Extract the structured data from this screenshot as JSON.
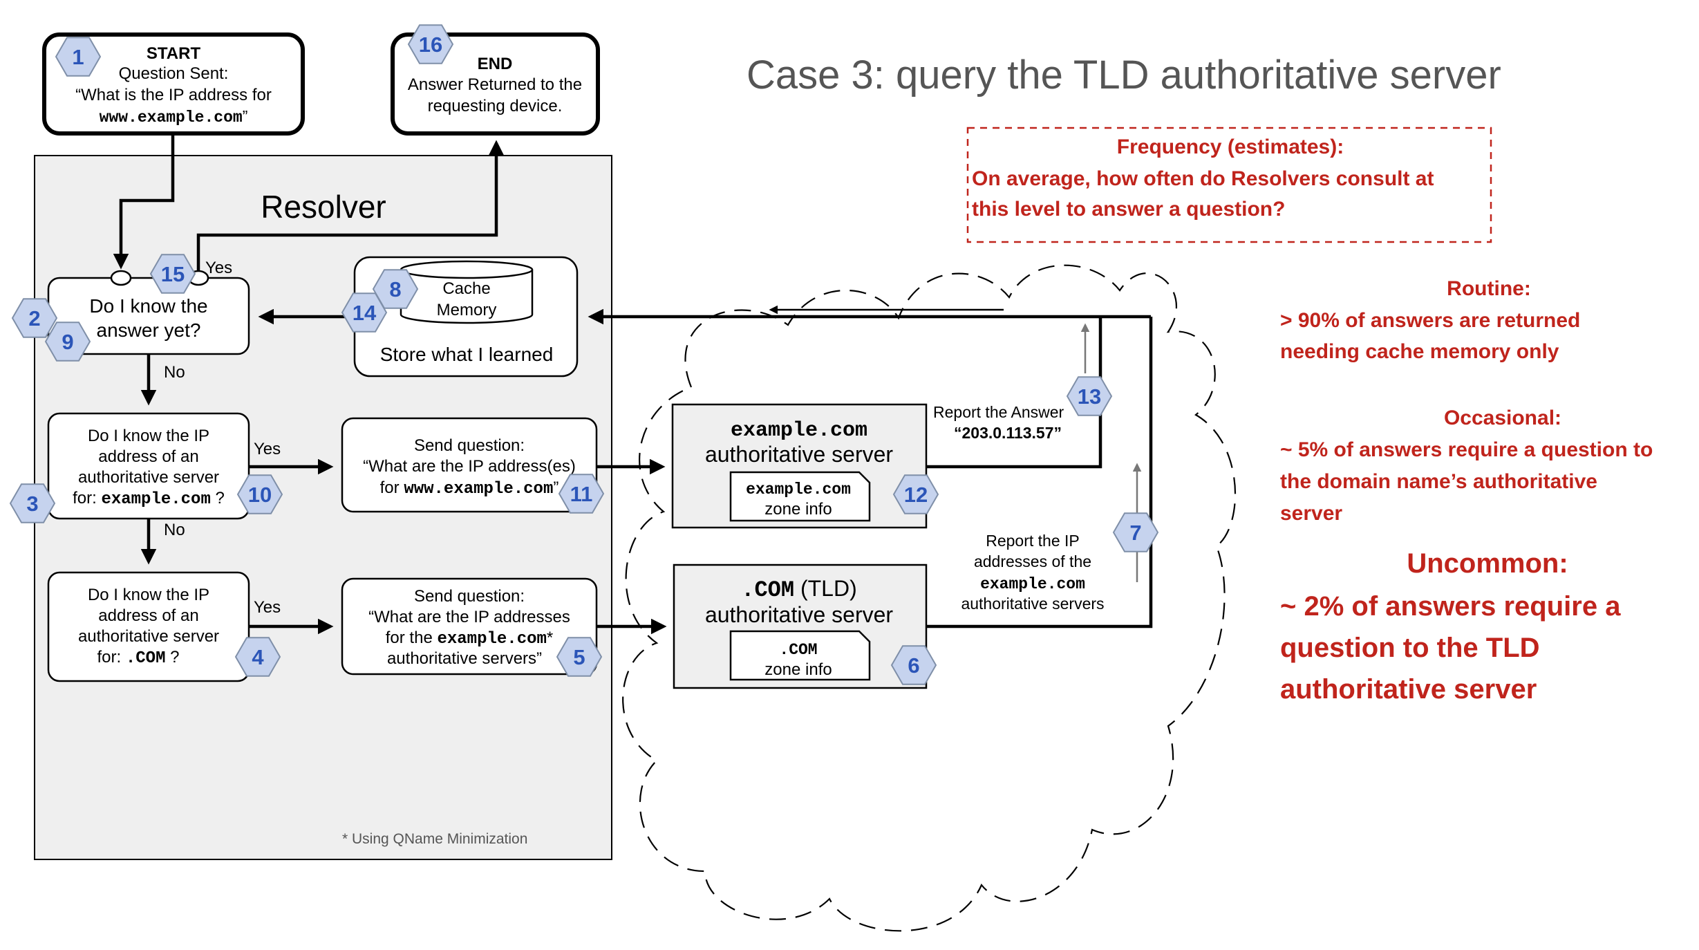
{
  "title": "Case 3: query the TLD authoritative server",
  "resolver_label": "Resolver",
  "footnote": "* Using QName Minimization",
  "start": {
    "heading": "START",
    "line1": "Question Sent:",
    "line2": "“What is the IP address for",
    "domain": "www.example.com",
    "close": "”"
  },
  "end": {
    "heading": "END",
    "line1": "Answer Returned to the",
    "line2": "requesting device."
  },
  "know_answer": {
    "line1": "Do I know the",
    "line2": "answer yet?"
  },
  "cache": {
    "line1": "Cache",
    "line2": "Memory",
    "store": "Store what I learned"
  },
  "know_ip_example": {
    "line1": "Do I know the IP",
    "line2": "address of an",
    "line3": "authoritative server",
    "for": "for:",
    "domain": "example.com",
    "q": "?"
  },
  "know_ip_com": {
    "line1": "Do I know the IP",
    "line2": "address of an",
    "line3": "authoritative server",
    "for": "for:",
    "domain": ".COM",
    "q": "?"
  },
  "send_q1": {
    "line1": "Send question:",
    "line2": "“What are the IP address(es)",
    "for": "for",
    "domain": "www.example.com",
    "close": "”"
  },
  "send_q2": {
    "line1": "Send question:",
    "line2": "“What are the IP addresses",
    "for": "for the",
    "domain": "example.com",
    "star": "*",
    "line4": "authoritative servers”"
  },
  "example_server": {
    "name": "example.com",
    "line2": "authoritative server",
    "zone_domain": "example.com",
    "zone_label": "zone info"
  },
  "com_server": {
    "name": ".COM",
    "tld": "(TLD)",
    "line2": "authoritative server",
    "zone_domain": ".COM",
    "zone_label": "zone info"
  },
  "report_answer": {
    "line1": "Report the Answer",
    "value": "“203.0.113.57”"
  },
  "report_ip": {
    "line1": "Report the IP",
    "line2": "addresses of the",
    "domain": "example.com",
    "line4": "authoritative servers"
  },
  "labels": {
    "yes": "Yes",
    "no": "No"
  },
  "badges": [
    "1",
    "2",
    "3",
    "4",
    "5",
    "6",
    "7",
    "8",
    "9",
    "10",
    "11",
    "12",
    "13",
    "14",
    "15",
    "16"
  ],
  "frequency": {
    "heading": "Frequency (estimates):",
    "line1": "On average, how often do Resolvers consult at",
    "line2": "this level to answer a question?"
  },
  "routine": {
    "heading": "Routine:",
    "line1": "> 90% of answers are returned",
    "line2": "needing cache memory only"
  },
  "occasional": {
    "heading": "Occasional:",
    "line1": "~ 5% of answers require a question to",
    "line2": "the domain name’s authoritative",
    "line3": "server"
  },
  "uncommon": {
    "heading": "Uncommon:",
    "line1": "~ 2% of answers require a",
    "line2": "question to the TLD",
    "line3": "authoritative server"
  },
  "colors": {
    "accent_red": "#c0241c",
    "badge_fill": "#c6d3ee",
    "badge_stroke": "#2b55b8",
    "panel": "#efefef"
  }
}
